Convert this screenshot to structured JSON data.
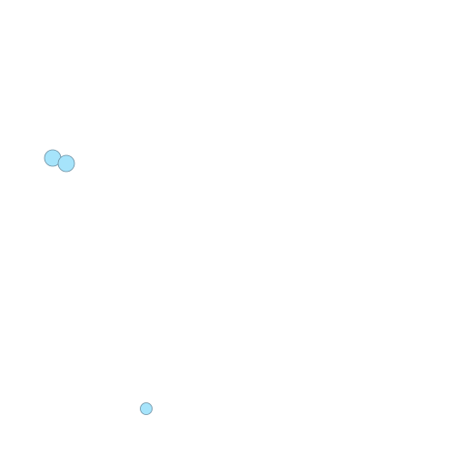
{
  "scene": {
    "background_color": "#ffffff",
    "circle_fill": "#a6e4fb",
    "circle_stroke": "#6b8da0",
    "circles": [
      {
        "name": "circle-1"
      },
      {
        "name": "circle-2"
      },
      {
        "name": "circle-3"
      }
    ]
  }
}
